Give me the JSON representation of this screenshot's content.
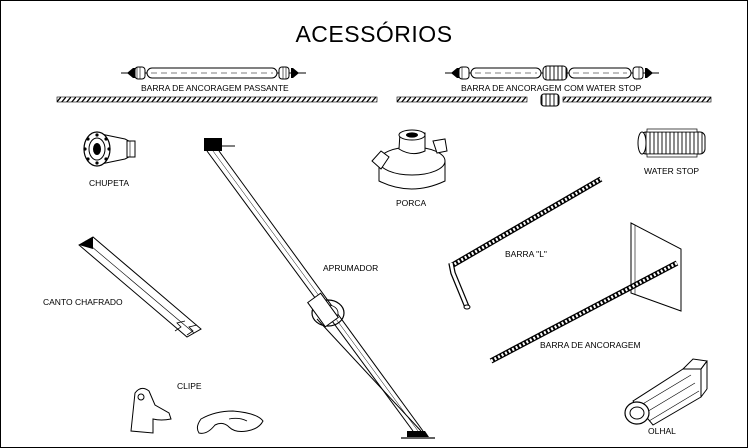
{
  "title": "ACESSÓRIOS",
  "colors": {
    "line": "#000000",
    "background": "#ffffff"
  },
  "labels": {
    "barra_passante": "BARRA DE ANCORAGEM PASSANTE",
    "barra_water_stop": "BARRA DE ANCORAGEM COM WATER STOP",
    "chupeta": "CHUPETA",
    "porca": "PORCA",
    "water_stop": "WATER STOP",
    "aprumador": "APRUMADOR",
    "barra_l": "BARRA \"L\"",
    "canto_chafrado": "CANTO CHAFRADO",
    "barra_ancoragem": "BARRA DE ANCORAGEM",
    "clipe": "CLIPE",
    "olhal": "OLHAL"
  }
}
